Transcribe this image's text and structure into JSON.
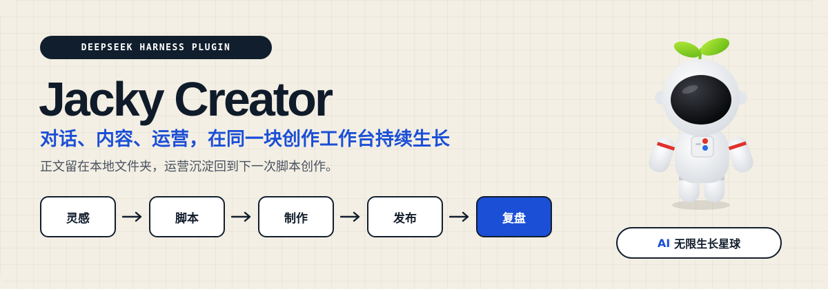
{
  "badge": {
    "label": "DEEPSEEK HARNESS PLUGIN"
  },
  "hero": {
    "title": "Jacky Creator",
    "subtitle": "对话、内容、运营，在同一块创作工作台持续生长",
    "tagline": "正文留在本地文件夹，运营沉淀回到下一次脚本创作。"
  },
  "flow": {
    "steps": [
      {
        "label": "灵感"
      },
      {
        "label": "脚本"
      },
      {
        "label": "制作"
      },
      {
        "label": "发布"
      },
      {
        "label": "复盘",
        "active": true
      }
    ],
    "arrow_icon": "arrow-right-icon"
  },
  "mascot": {
    "icon": "astronaut-sprout-mascot"
  },
  "community": {
    "prefix": "AI",
    "label": "无限生长星球"
  },
  "colors": {
    "background": "#f3efe4",
    "dark": "#111e2d",
    "accent": "#1b4fd6",
    "muted": "#4a5260"
  }
}
